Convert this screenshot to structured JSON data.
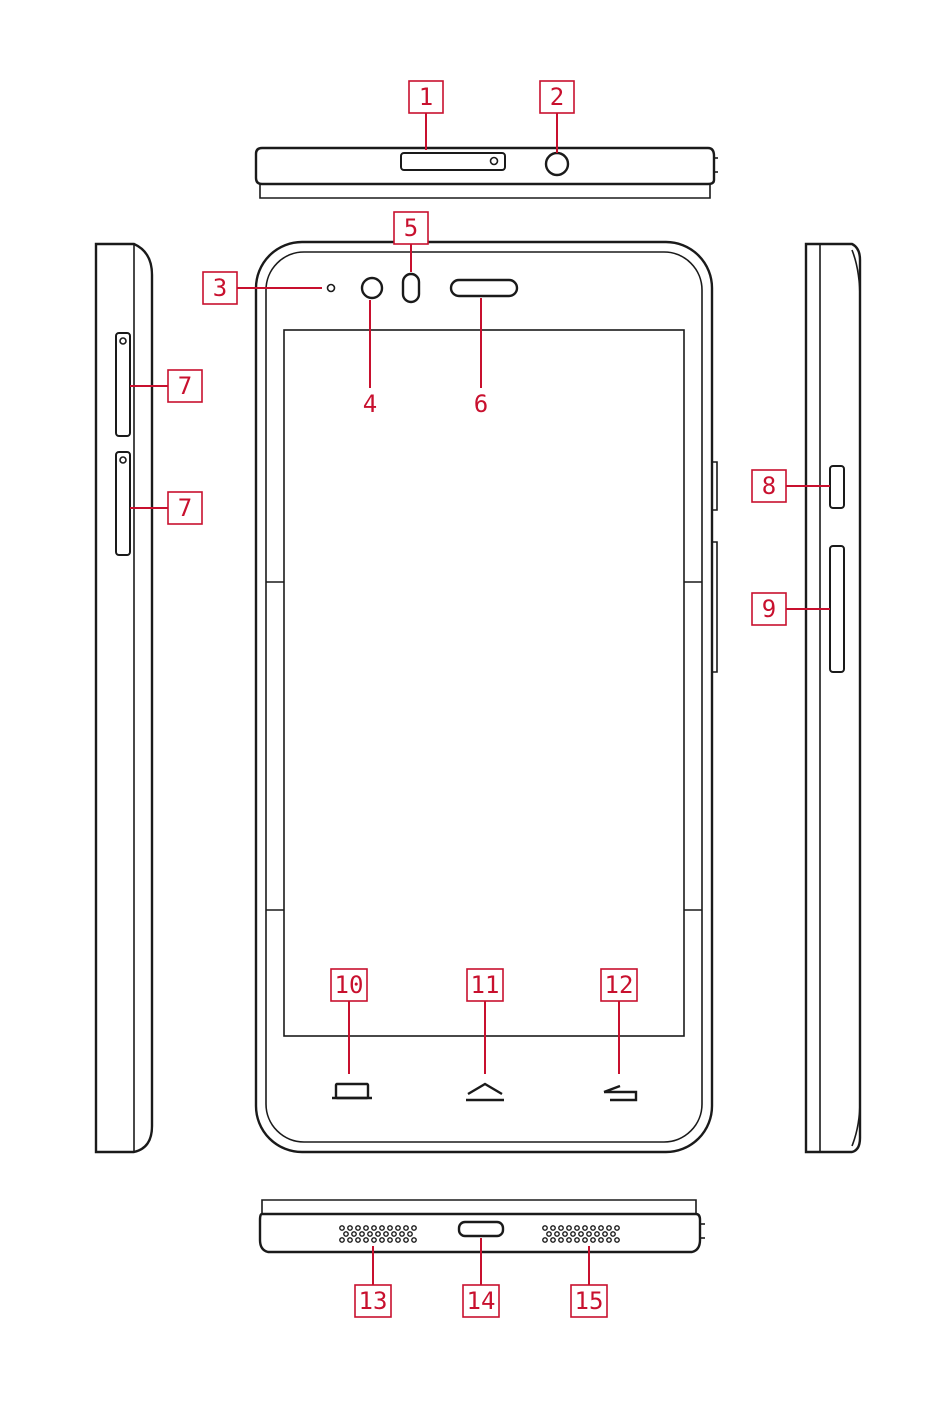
{
  "colors": {
    "accent": "#c8102e",
    "line": "#1a1a1a",
    "background": "#ffffff"
  },
  "callouts": {
    "c1": "1",
    "c2": "2",
    "c3": "3",
    "c4": "4",
    "c5": "5",
    "c6": "6",
    "c7a": "7",
    "c7b": "7",
    "c8": "8",
    "c9": "9",
    "c10": "10",
    "c11": "11",
    "c12": "12",
    "c13": "13",
    "c14": "14",
    "c15": "15"
  },
  "icons": {
    "recent_apps": "recent-apps-icon",
    "home": "home-icon",
    "back": "back-icon"
  }
}
